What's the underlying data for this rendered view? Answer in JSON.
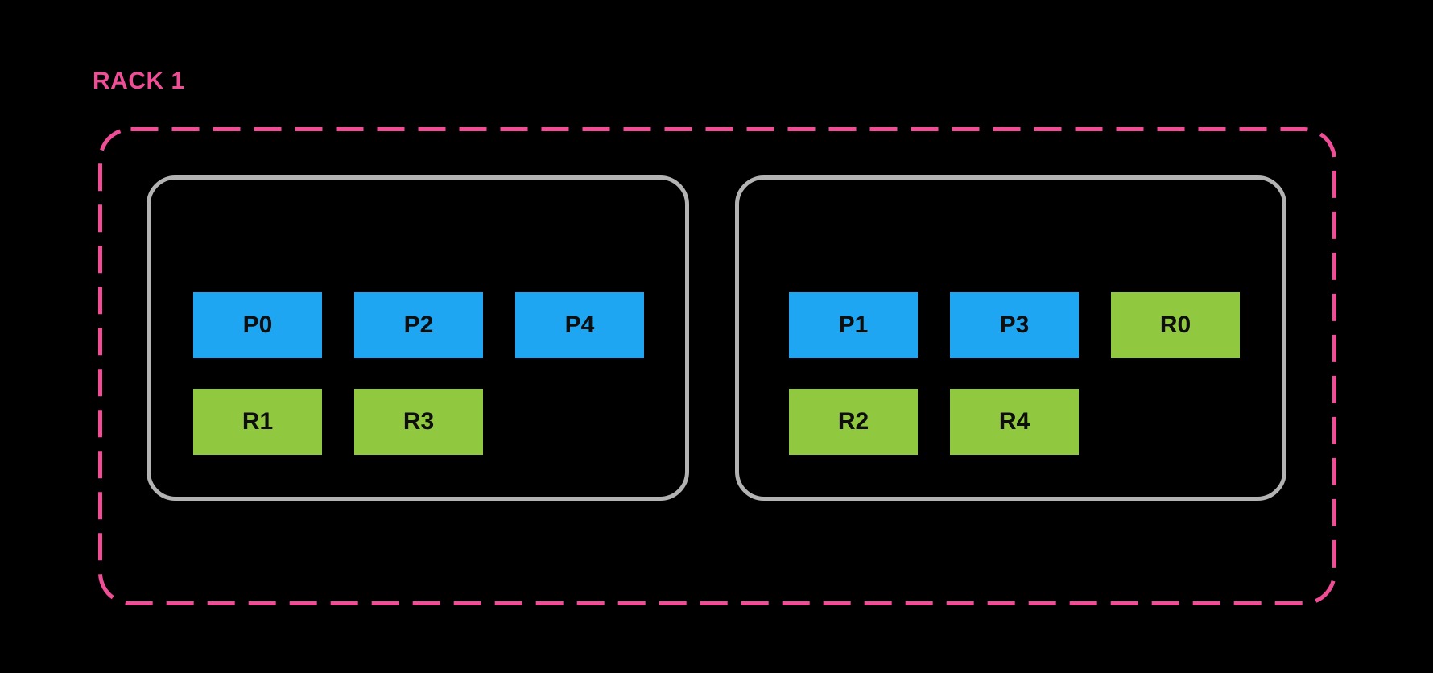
{
  "colors": {
    "background": "#000000",
    "rack_outline_pink": "#EF4E97",
    "host_outline_gray": "#B3B3B3",
    "primary_blue": "#1FA6F2",
    "replica_green": "#90C93F",
    "node_label_text": "#0E0E0E"
  },
  "rack": {
    "label": "RACK 1",
    "hosts": [
      {
        "nodes": [
          {
            "label": "P0",
            "color": "#1FA6F2"
          },
          {
            "label": "P2",
            "color": "#1FA6F2"
          },
          {
            "label": "P4",
            "color": "#1FA6F2"
          },
          {
            "label": "R1",
            "color": "#90C93F"
          },
          {
            "label": "R3",
            "color": "#90C93F"
          }
        ]
      },
      {
        "nodes": [
          {
            "label": "P1",
            "color": "#1FA6F2"
          },
          {
            "label": "P3",
            "color": "#1FA6F2"
          },
          {
            "label": "R0",
            "color": "#90C93F"
          },
          {
            "label": "R2",
            "color": "#90C93F"
          },
          {
            "label": "R4",
            "color": "#90C93F"
          }
        ]
      }
    ]
  }
}
